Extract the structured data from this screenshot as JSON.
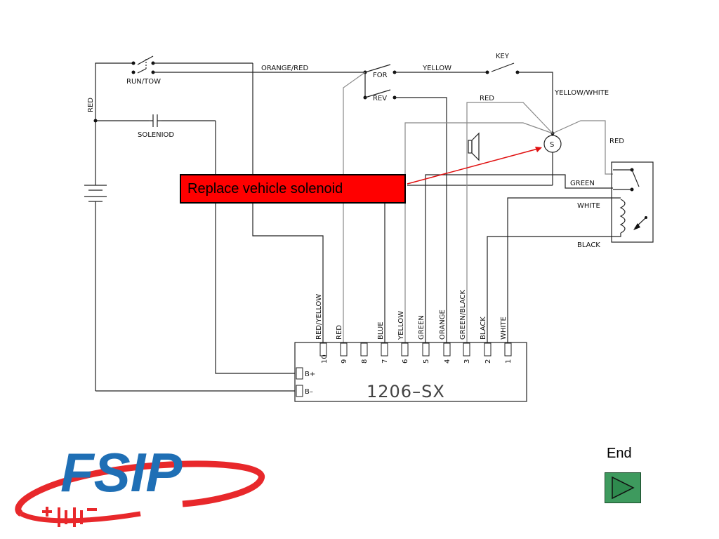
{
  "diagram": {
    "wire_labels": {
      "orange_red": "ORANGE/RED",
      "run_tow": "RUN/TOW",
      "for": "FOR",
      "rev": "REV",
      "yellow": "YELLOW",
      "key": "KEY",
      "red_top": "RED",
      "yellow_white": "YELLOW/WHITE",
      "red_left": "RED",
      "solenoid": "SOLENIOD",
      "s": "S",
      "red_right": "RED",
      "green": "GREEN",
      "white": "WHITE",
      "black": "BLACK"
    },
    "terminal_labels": [
      "RED/YELLOW",
      "RED",
      "BLUE",
      "YELLOW",
      "GREEN",
      "ORANGE",
      "GREEN/BLACK",
      "BLACK",
      "WHITE"
    ],
    "pin_numbers": [
      "10",
      "9",
      "8",
      "7",
      "6",
      "5",
      "4",
      "3",
      "2",
      "1"
    ],
    "controller": {
      "model": "1206–SX",
      "b_plus": "B+",
      "b_minus": "B–"
    },
    "callout": "Replace vehicle solenoid"
  },
  "navigation": {
    "end_label": "End"
  },
  "logo": {
    "text": "FSIP",
    "accent_color": "#e8282b",
    "primary_color": "#1f6fb5"
  },
  "colors": {
    "callout_bg": "#ff0000",
    "end_button": "#3e9a5e"
  }
}
